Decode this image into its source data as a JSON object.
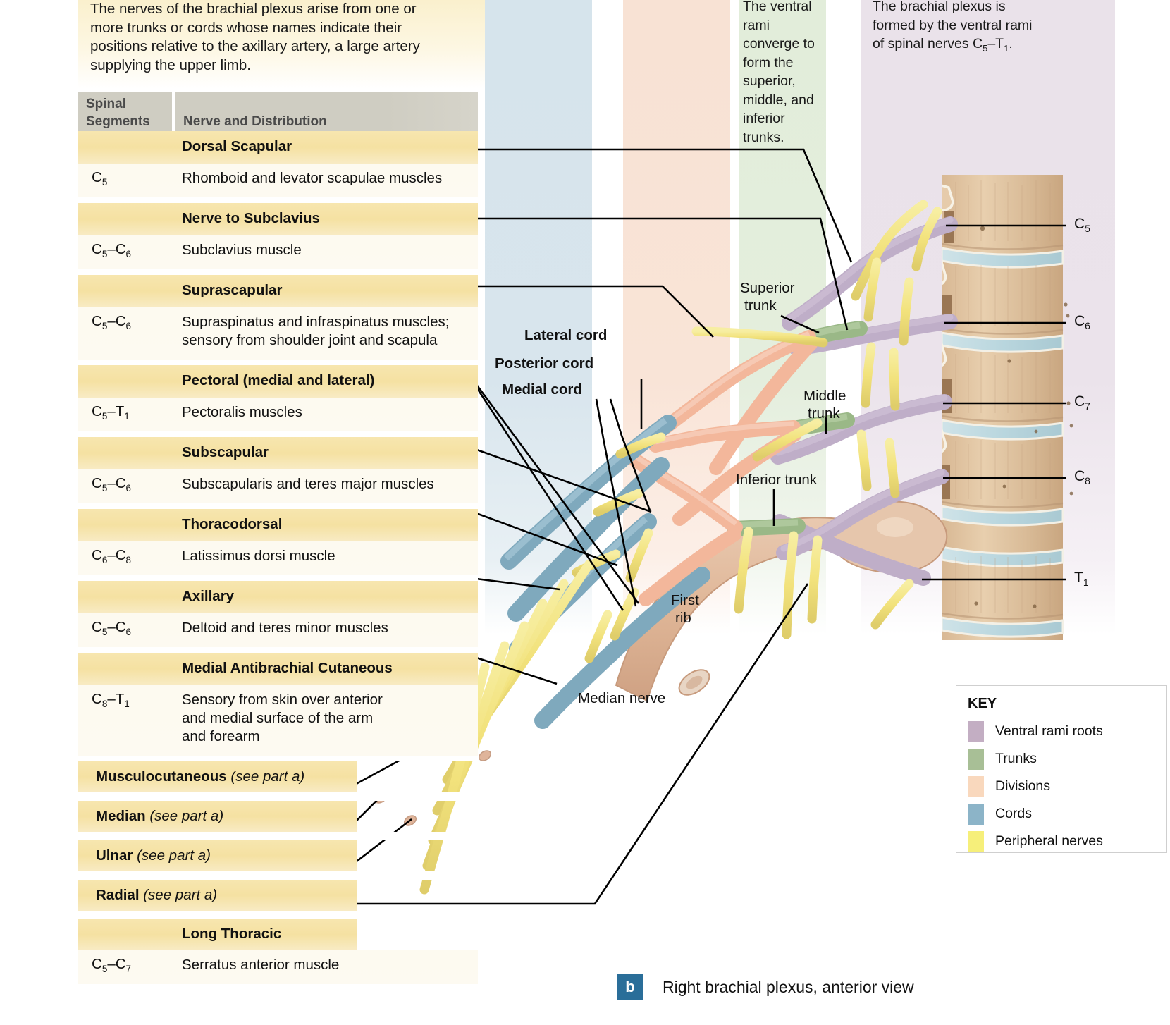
{
  "intro": {
    "text": "The nerves of the brachial plexus arise from one or more trunks or cords whose names indicate their positions relative to the axillary artery, a large artery supplying the upper limb."
  },
  "notes": {
    "trunks": "The ventral rami converge to form the superior, middle, and inferior trunks.",
    "plexus_pre": "The brachial plexus is formed by the ventral rami of spinal nerves C",
    "plexus_sub1": "5",
    "plexus_mid": "–T",
    "plexus_sub2": "1",
    "plexus_end": "."
  },
  "table": {
    "header": {
      "col1_line1": "Spinal",
      "col1_line2": "Segments",
      "col2": "Nerve and Distribution"
    },
    "rows": [
      {
        "name": "Dorsal Scapular",
        "segments": "C5",
        "segments_parts": [
          "C",
          "5"
        ],
        "description": "Rhomboid and levator scapulae muscles"
      },
      {
        "name": "Nerve to Subclavius",
        "segments": "C5–C6",
        "description": "Subclavius muscle"
      },
      {
        "name": "Suprascapular",
        "segments": "C5–C6",
        "description": "Supraspinatus and infraspinatus muscles; sensory from shoulder joint and scapula"
      },
      {
        "name": "Pectoral (medial and lateral)",
        "segments": "C5–T1",
        "description": "Pectoralis muscles"
      },
      {
        "name": "Subscapular",
        "segments": "C5–C6",
        "description": "Subscapularis and teres major muscles"
      },
      {
        "name": "Thoracodorsal",
        "segments": "C6–C8",
        "description": "Latissimus dorsi muscle"
      },
      {
        "name": "Axillary",
        "segments": "C5–C6",
        "description": "Deltoid and teres minor muscles"
      },
      {
        "name": "Medial Antibrachial Cutaneous",
        "segments": "C8–T1",
        "description": "Sensory from skin over anterior and medial surface of the arm and forearm"
      },
      {
        "name": "Musculocutaneous",
        "name_note": "(see part a)",
        "segments": "",
        "description": ""
      },
      {
        "name": "Median",
        "name_note": "(see part a)",
        "segments": "",
        "description": ""
      },
      {
        "name": "Ulnar",
        "name_note": "(see part a)",
        "segments": "",
        "description": ""
      },
      {
        "name": "Radial",
        "name_note": "(see part a)",
        "segments": "",
        "description": ""
      },
      {
        "name": "Long Thoracic",
        "segments": "C5–C7",
        "description": "Serratus anterior muscle"
      }
    ]
  },
  "diagram_labels": {
    "lateral_cord": "Lateral cord",
    "posterior_cord": "Posterior cord",
    "medial_cord": "Medial cord",
    "superior_trunk_l1": "Superior",
    "superior_trunk_l2": "trunk",
    "middle_trunk_l1": "Middle",
    "middle_trunk_l2": "trunk",
    "inferior_trunk": "Inferior trunk",
    "first_rib_l1": "First",
    "first_rib_l2": "rib",
    "median_nerve": "Median nerve"
  },
  "vertebra_labels": [
    {
      "letter": "C",
      "sub": "5"
    },
    {
      "letter": "C",
      "sub": "6"
    },
    {
      "letter": "C",
      "sub": "7"
    },
    {
      "letter": "C",
      "sub": "8"
    },
    {
      "letter": "T",
      "sub": "1"
    }
  ],
  "key": {
    "title": "KEY",
    "items": [
      {
        "label": "Ventral rami roots",
        "color": "#c3aec3"
      },
      {
        "label": "Trunks",
        "color": "#a8bf96"
      },
      {
        "label": "Divisions",
        "color": "#f9d8bd"
      },
      {
        "label": "Cords",
        "color": "#8cb4c8"
      },
      {
        "label": "Peripheral nerves",
        "color": "#f6ef7a"
      }
    ]
  },
  "caption": {
    "badge": "b",
    "text": "Right brachial plexus, anterior view"
  },
  "band_colors": {
    "cords": "#d6e4ec",
    "divisions": "#f8e2d4",
    "trunks": "#e2edda",
    "roots": "#eae2ea",
    "table_name_row": "#f5e1a2",
    "table_header": "#cfcdc2"
  }
}
